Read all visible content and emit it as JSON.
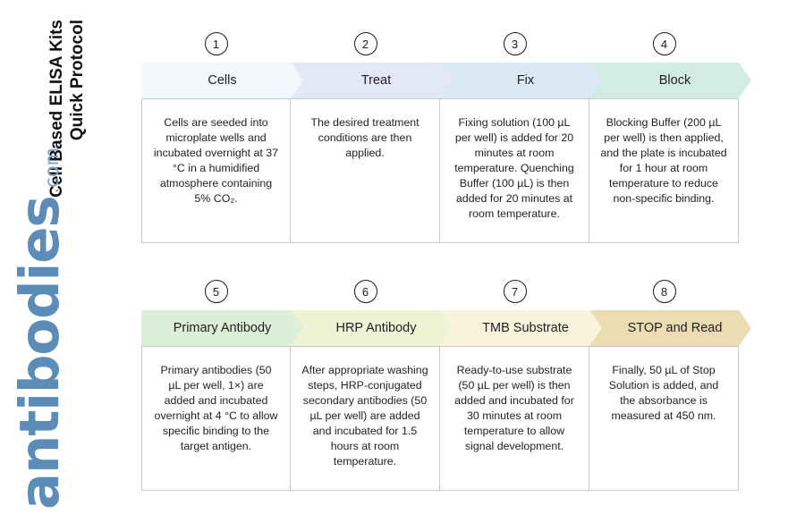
{
  "document": {
    "title": "Cell Based ELISA Kits\nQuick Protocol",
    "logo_main": "antibodies",
    "logo_suffix": ".com",
    "brand_color": "#5b8db8"
  },
  "rows": [
    {
      "name": "row-1",
      "steps": [
        {
          "number": "1",
          "label": "Cells",
          "fill": "#f3f7fc",
          "stroke": "#6f93b8",
          "text": "Cells are seeded into microplate wells and incubated overnight at 37 °C in a humidified atmosphere containing 5% CO₂."
        },
        {
          "number": "2",
          "label": "Treat",
          "fill": "#e3e8f7",
          "stroke": "#4f6fa8",
          "text": "The desired treatment conditions are then applied."
        },
        {
          "number": "3",
          "label": "Fix",
          "fill": "#dbe8f5",
          "stroke": "#4a7fae",
          "text": "Fixing solution (100 µL per well) is added for 20 minutes at room temperature. Quenching Buffer (100 µL) is then added for 20 minutes at room temperature."
        },
        {
          "number": "4",
          "label": "Block",
          "fill": "#d2ece4",
          "stroke": "#4f7f6a",
          "text": "Blocking Buffer (200 µL per well) is then applied, and the plate is incubated for 1 hour at room temperature to reduce non-specific binding."
        }
      ]
    },
    {
      "name": "row-2",
      "steps": [
        {
          "number": "5",
          "label": "Primary Antibody",
          "fill": "#dcf0d8",
          "stroke": "#4e7d2f",
          "text": "Primary antibodies (50 µL per well, 1×) are added and incubated overnight at 4 °C to allow specific binding to the target antigen."
        },
        {
          "number": "6",
          "label": "HRP Antibody",
          "fill": "#eef3d4",
          "stroke": "#7c8020",
          "text": "After appropriate washing steps, HRP-conjugated secondary antibodies (50 µL per well) are added and incubated for 1.5 hours at room temperature."
        },
        {
          "number": "7",
          "label": "TMB Substrate",
          "fill": "#f7f4db",
          "stroke": "#97761f",
          "text": "Ready-to-use substrate (50 µL per well) is then added and incubated for 30 minutes at room temperature to allow signal development."
        },
        {
          "number": "8",
          "label": "STOP and Read",
          "fill": "#ecdcb4",
          "stroke": "#9a7a24",
          "text": "Finally, 50 µL of Stop Solution is added, and the absorbance is measured at 450 nm."
        }
      ]
    }
  ]
}
